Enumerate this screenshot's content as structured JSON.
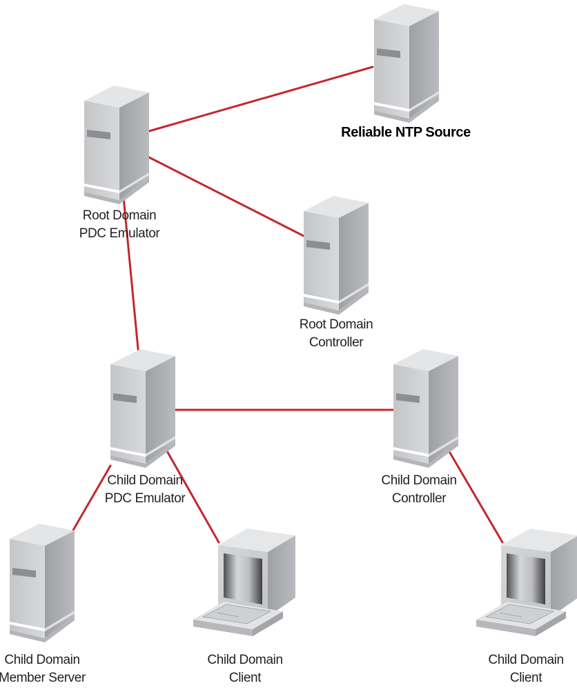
{
  "diagram": {
    "link_color": "#c1272d",
    "nodes": [
      {
        "id": "ntp-source",
        "type": "server",
        "lines": [
          "Reliable NTP Source"
        ],
        "bold": true
      },
      {
        "id": "root-pdc",
        "type": "server",
        "lines": [
          "Root Domain",
          "PDC Emulator"
        ]
      },
      {
        "id": "root-dc",
        "type": "server",
        "lines": [
          "Root Domain",
          "Controller"
        ]
      },
      {
        "id": "child-pdc",
        "type": "server",
        "lines": [
          "Child Domain",
          "PDC Emulator"
        ]
      },
      {
        "id": "child-dc",
        "type": "server",
        "lines": [
          "Child Domain",
          "Controller"
        ]
      },
      {
        "id": "child-member",
        "type": "server",
        "lines": [
          "Child Domain",
          "Member Server"
        ]
      },
      {
        "id": "child-client-1",
        "type": "workstation",
        "lines": [
          "Child Domain",
          "Client"
        ]
      },
      {
        "id": "child-client-2",
        "type": "workstation",
        "lines": [
          "Child Domain",
          "Client"
        ]
      }
    ],
    "links": [
      {
        "from": "root-pdc",
        "to": "ntp-source"
      },
      {
        "from": "root-pdc",
        "to": "root-dc"
      },
      {
        "from": "root-pdc",
        "to": "child-pdc"
      },
      {
        "from": "child-pdc",
        "to": "child-dc"
      },
      {
        "from": "child-pdc",
        "to": "child-member"
      },
      {
        "from": "child-pdc",
        "to": "child-client-1"
      },
      {
        "from": "child-dc",
        "to": "child-client-2"
      }
    ]
  }
}
